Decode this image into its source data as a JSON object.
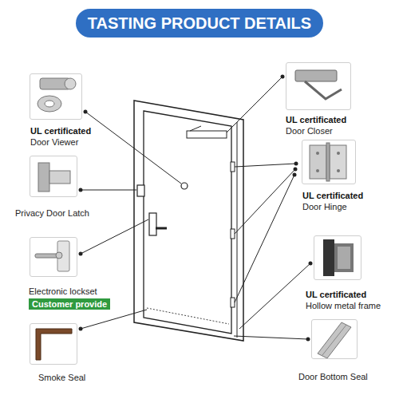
{
  "diagram": {
    "title": "TASTING PRODUCT DETAILS",
    "nodes": [
      {
        "text": [
          "UL certificated",
          "Door Viewer"
        ]
      },
      {
        "text": [
          "UL certificated",
          "Door Closer"
        ]
      },
      {
        "text": [
          "UL certificated",
          "Door Hinge"
        ]
      },
      {
        "text": [
          "Privacy Door Latch"
        ]
      },
      {
        "text": [
          "UL certificated",
          "Hollow metal frame"
        ]
      },
      {
        "text": [
          "Electronic lockset",
          "Customer provide"
        ]
      },
      {
        "text": [
          "Smoke Seal"
        ]
      },
      {
        "text": [
          "Door Bottom Seal"
        ]
      }
    ]
  }
}
